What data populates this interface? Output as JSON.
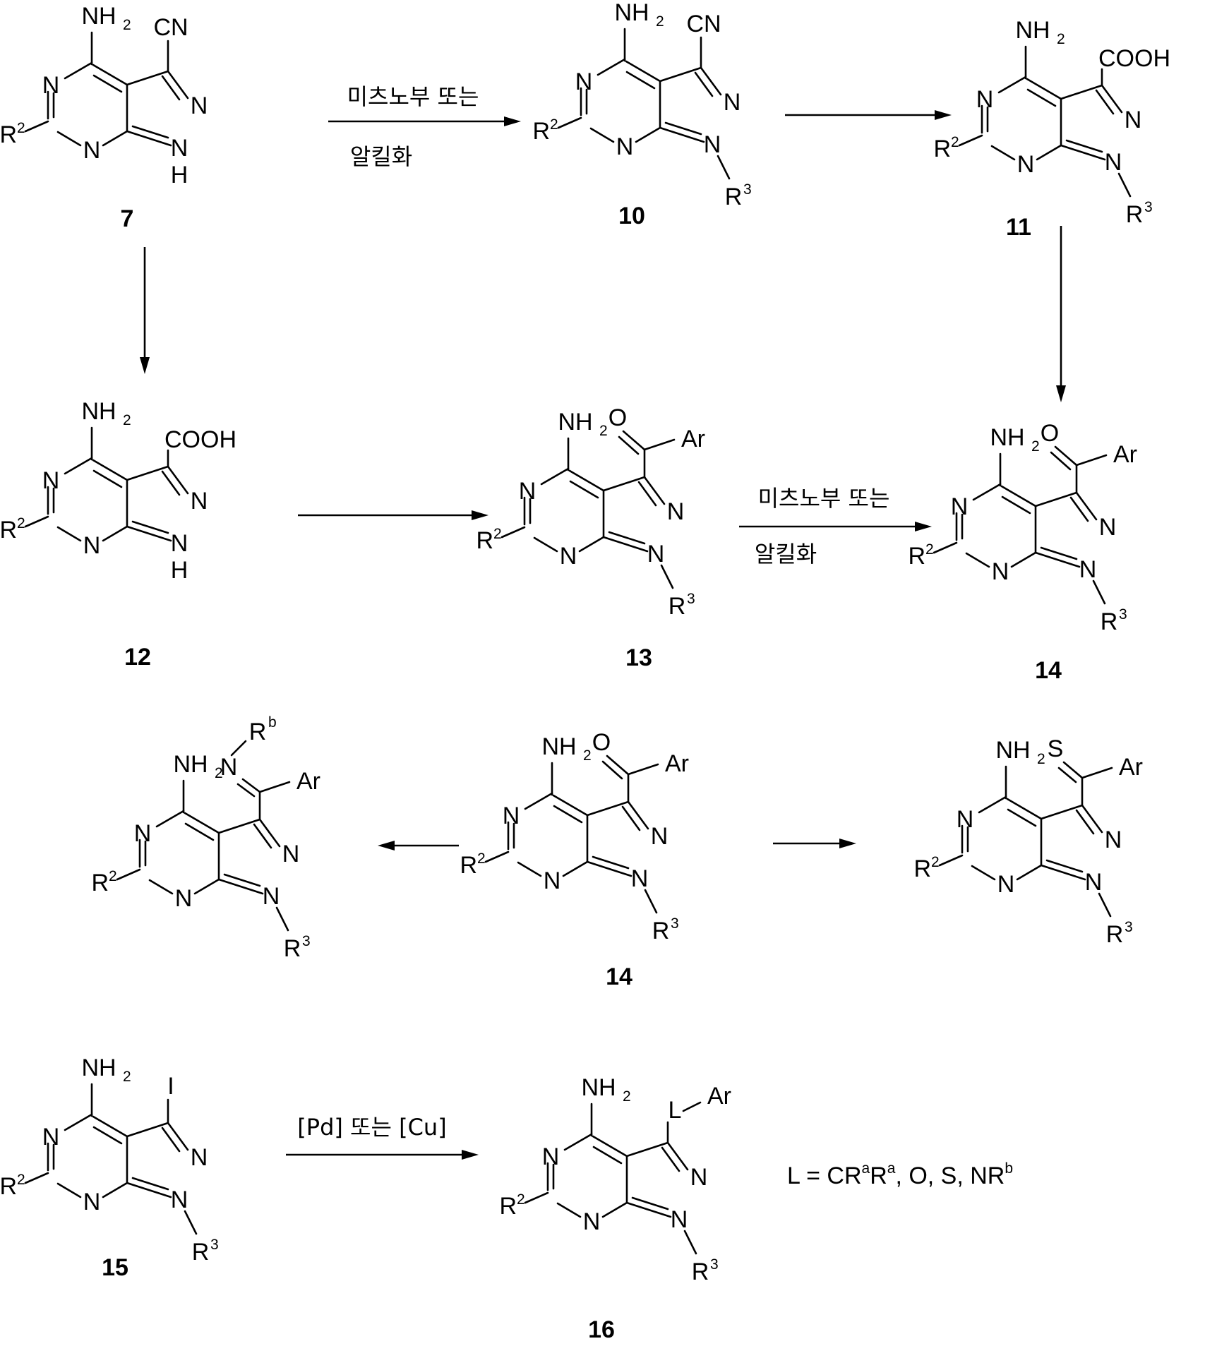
{
  "compounds": {
    "c7": "7",
    "c10": "10",
    "c11": "11",
    "c12": "12",
    "c13": "13",
    "c14a": "14",
    "c14b": "14",
    "c15": "15",
    "c16": "16"
  },
  "conditions": {
    "mitsunobu": "미츠노부 또는",
    "alkylation": "알킬화",
    "coupling": "[Pd] 또는 [Cu]"
  },
  "atoms": {
    "n": "N",
    "h": "H",
    "r": "R",
    "nh": "NH",
    "sub2": "2",
    "sup2": "2",
    "sup3": "3",
    "supa": "a",
    "supb": "b",
    "cn": "CN",
    "cooh": "COOH",
    "o": "O",
    "s": "S",
    "ar": "Ar",
    "i": "I",
    "l": "L"
  },
  "linker": {
    "prefix": "L = CR",
    "mid": "R",
    "suffix": ", O, S, NR",
    "sup_a": "a",
    "sup_b": "b"
  }
}
